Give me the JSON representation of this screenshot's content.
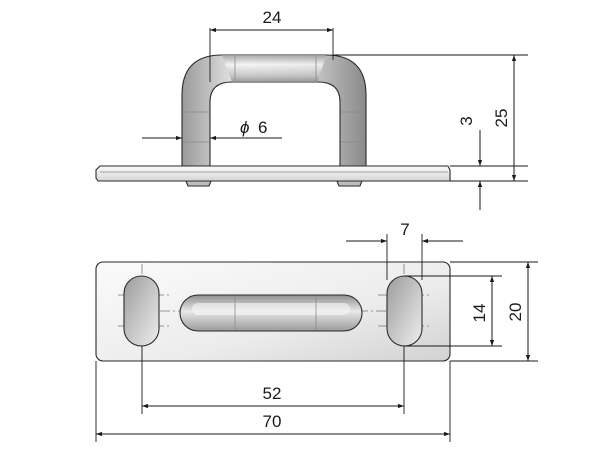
{
  "dimensions": {
    "handle_width": "24",
    "rod_diameter_symbol": "ϕ",
    "rod_diameter_value": "6",
    "plate_thickness": "3",
    "total_height": "25",
    "slot_width": "7",
    "slot_length": "14",
    "plate_width": "20",
    "hole_spacing": "52",
    "plate_length": "70"
  },
  "colors": {
    "metal_light": "#f2f2f2",
    "metal_mid": "#cfcfcf",
    "metal_dark": "#8e8e8e",
    "line": "#1a1a1a"
  }
}
